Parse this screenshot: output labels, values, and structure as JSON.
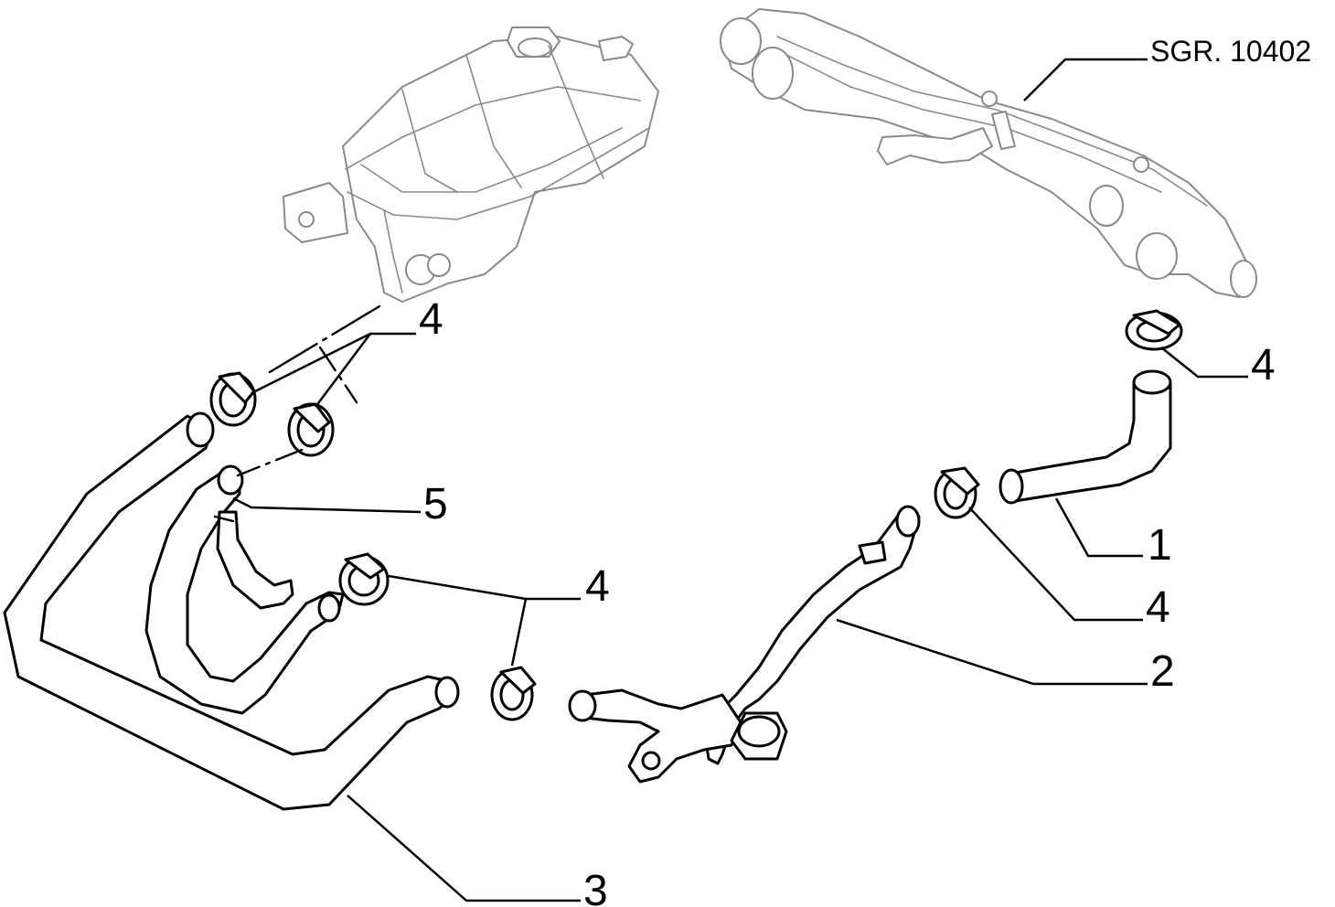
{
  "reference": "SGR. 10402",
  "callouts": {
    "part1": "1",
    "part2": "2",
    "part3": "3",
    "part4_a": "4",
    "part4_b": "4",
    "part4_c": "4",
    "part4_d": "4",
    "part5": "5"
  }
}
